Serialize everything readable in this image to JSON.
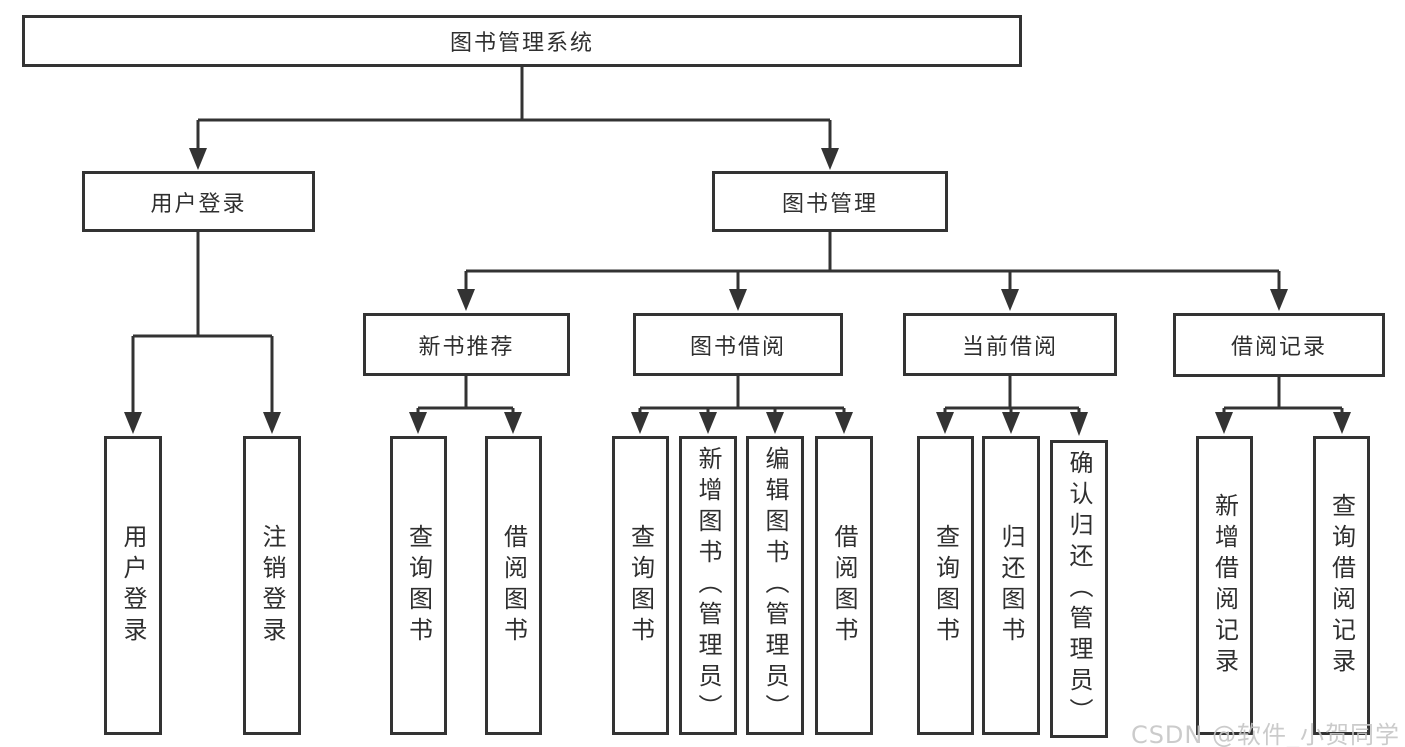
{
  "diagram_title": "图书管理系统",
  "tree": {
    "label": "图书管理系统",
    "children": [
      {
        "label": "用户登录",
        "children": [
          {
            "label": "用户登录"
          },
          {
            "label": "注销登录"
          }
        ]
      },
      {
        "label": "图书管理",
        "children": [
          {
            "label": "新书推荐",
            "children": [
              {
                "label": "查询图书"
              },
              {
                "label": "借阅图书"
              }
            ]
          },
          {
            "label": "图书借阅",
            "children": [
              {
                "label": "查询图书"
              },
              {
                "label": "新增图书（管理员）"
              },
              {
                "label": "编辑图书（管理员）"
              },
              {
                "label": "借阅图书"
              }
            ]
          },
          {
            "label": "当前借阅",
            "children": [
              {
                "label": "查询图书"
              },
              {
                "label": "归还图书"
              },
              {
                "label": "确认归还（管理员）"
              }
            ]
          },
          {
            "label": "借阅记录",
            "children": [
              {
                "label": "新增借阅记录"
              },
              {
                "label": "查询借阅记录"
              }
            ]
          }
        ]
      }
    ]
  },
  "watermark": "CSDN @软件_小贺同学",
  "colors": {
    "line": "#333333",
    "text": "#2f2f2f",
    "background": "#ffffff",
    "watermark": "#c6c6c6"
  }
}
